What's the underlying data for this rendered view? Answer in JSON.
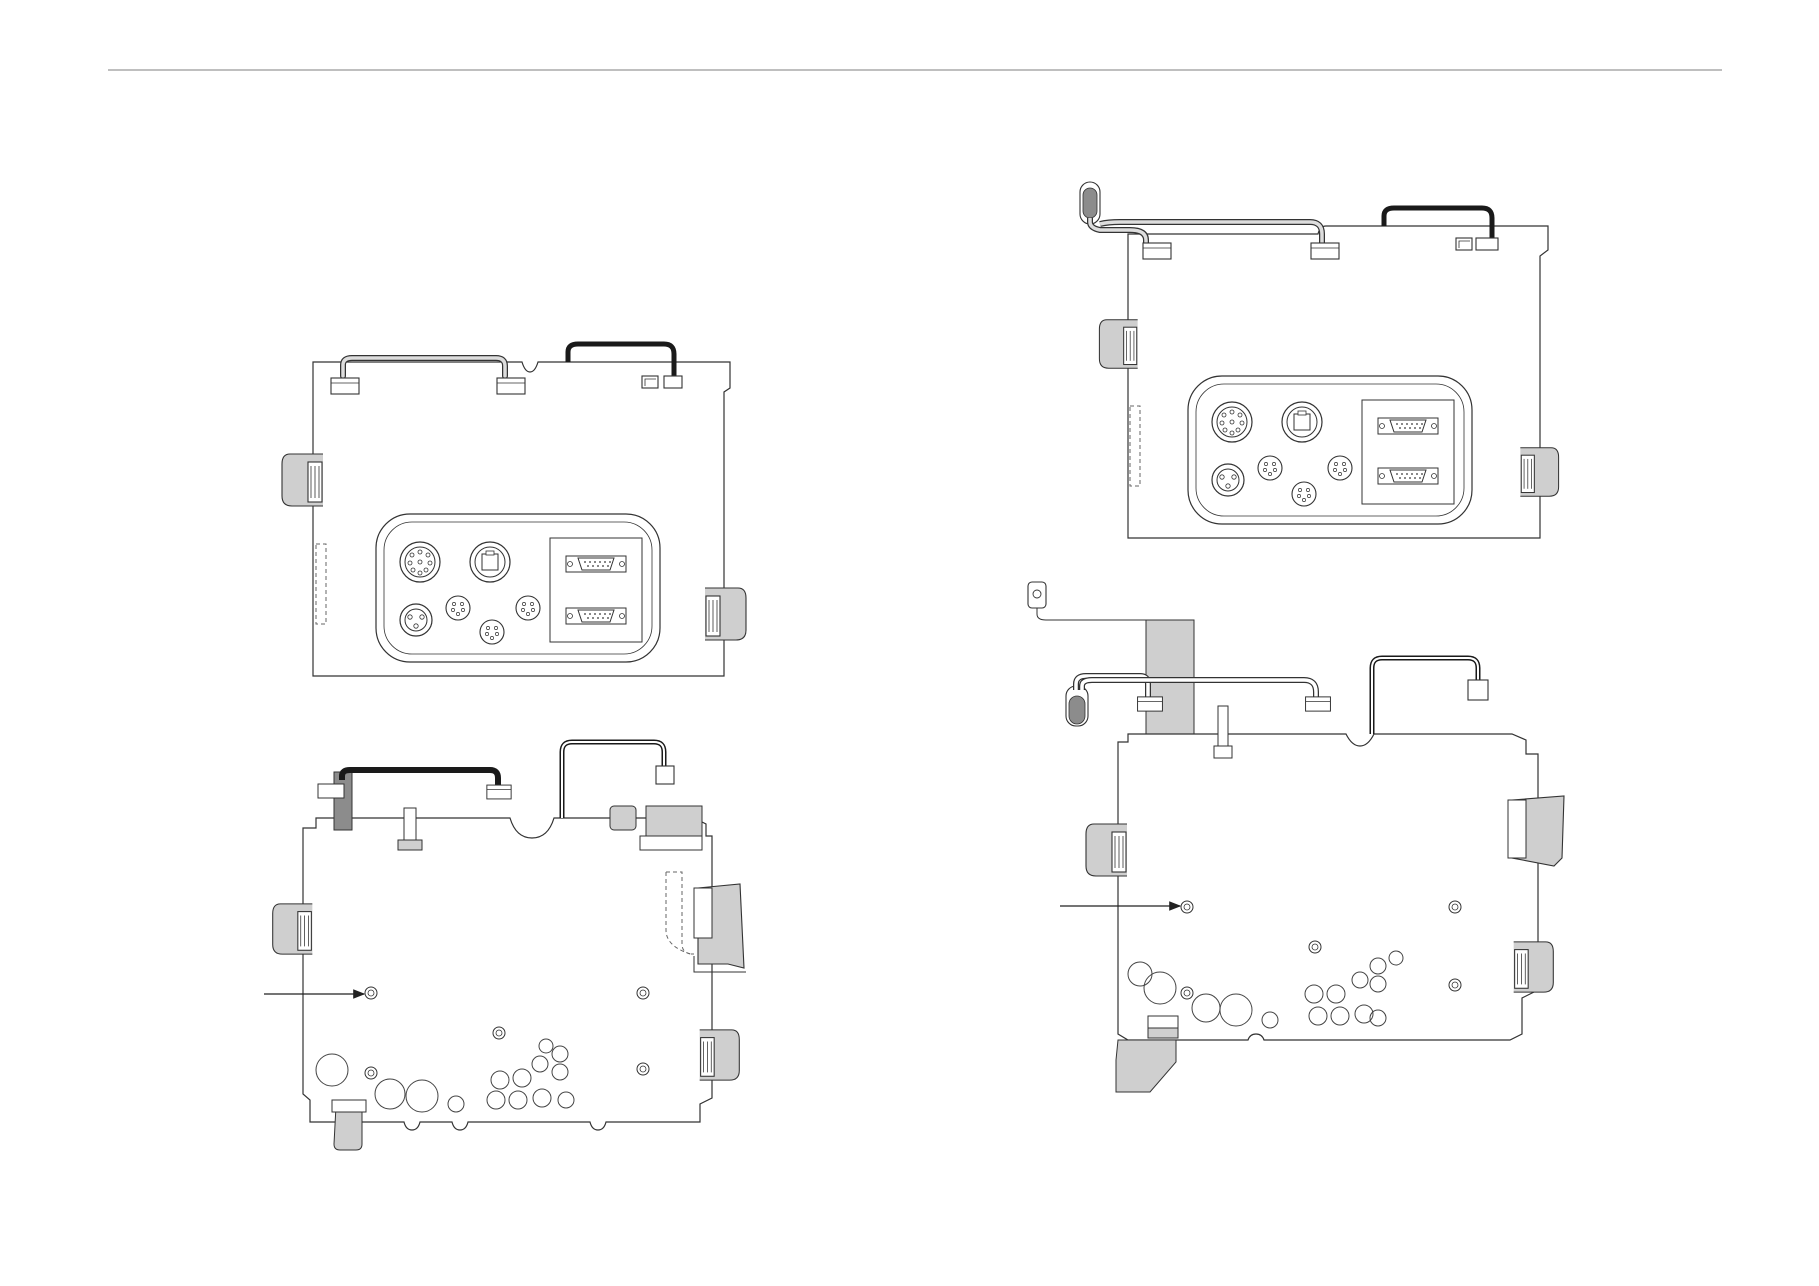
{
  "colors": {
    "line": "#333333",
    "cable_light": "#dddddd",
    "cable_dark": "#1a1a1a",
    "ribbon": "#cfcfcf",
    "header_rule": "#999999"
  },
  "views": [
    {
      "id": "board-top-left",
      "view": "top",
      "connector_panel": true
    },
    {
      "id": "board-bottom-left",
      "view": "bottom",
      "pointer_arrow": true
    },
    {
      "id": "board-top-right",
      "view": "top",
      "connector_panel": true
    },
    {
      "id": "board-bottom-right",
      "view": "bottom",
      "pointer_arrow": true
    }
  ]
}
